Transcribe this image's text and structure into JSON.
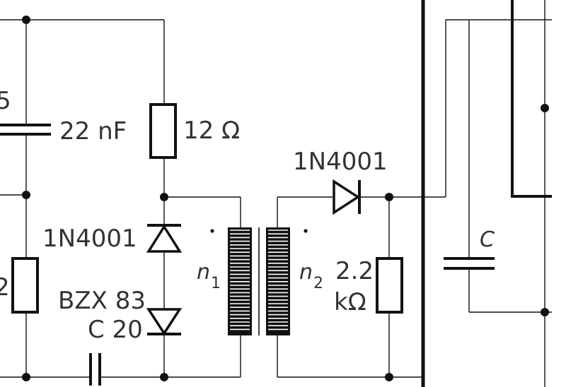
{
  "labels": {
    "cap_top": "22 nF",
    "res_top": "12 Ω",
    "diode_left": "1N4001",
    "zener_line1": "BZX 83",
    "zener_line2": "C 20",
    "diode_right": "1N4001",
    "res_right_line1": "2.2",
    "res_right_line2": "kΩ",
    "cap_right": "C",
    "n1": "n",
    "n1_sub": "1",
    "n2": "n",
    "n2_sub": "2",
    "edge_top_left": "5",
    "edge_mid_left": "2"
  }
}
